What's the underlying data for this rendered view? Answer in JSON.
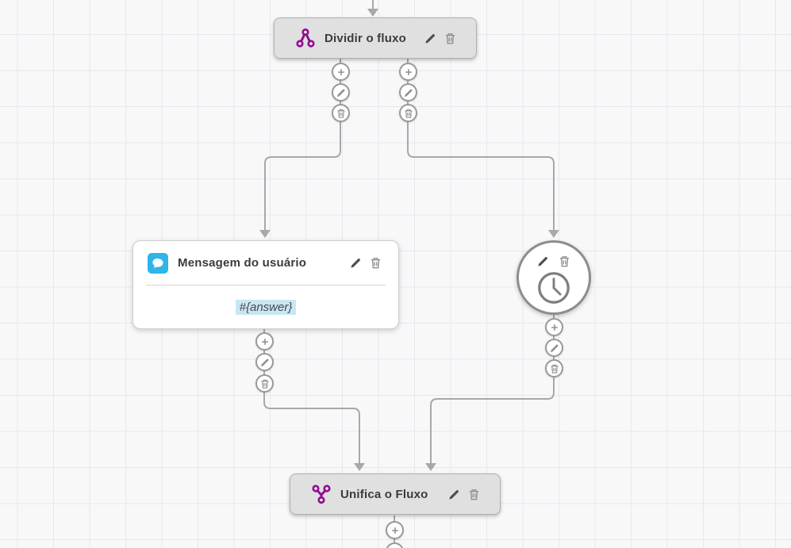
{
  "colors": {
    "accent_purple": "#91108f",
    "message_blue": "#2fb5e8",
    "answer_highlight": "#c9e6f3",
    "connector": "#a8a8a8",
    "node_header_bg": "#e0e0e0"
  },
  "nodes": {
    "split": {
      "title": "Dividir o fluxo",
      "icon": "split-flow-icon"
    },
    "user_message": {
      "title": "Mensagem do usuário",
      "icon": "chat-bubble-icon",
      "body_value": "#{answer}"
    },
    "timer": {
      "icon": "clock-icon"
    },
    "merge": {
      "title": "Unifica o Fluxo",
      "icon": "merge-flow-icon"
    }
  },
  "port_actions": {
    "add": "plus-icon",
    "edit": "pencil-icon",
    "delete": "trash-icon"
  }
}
